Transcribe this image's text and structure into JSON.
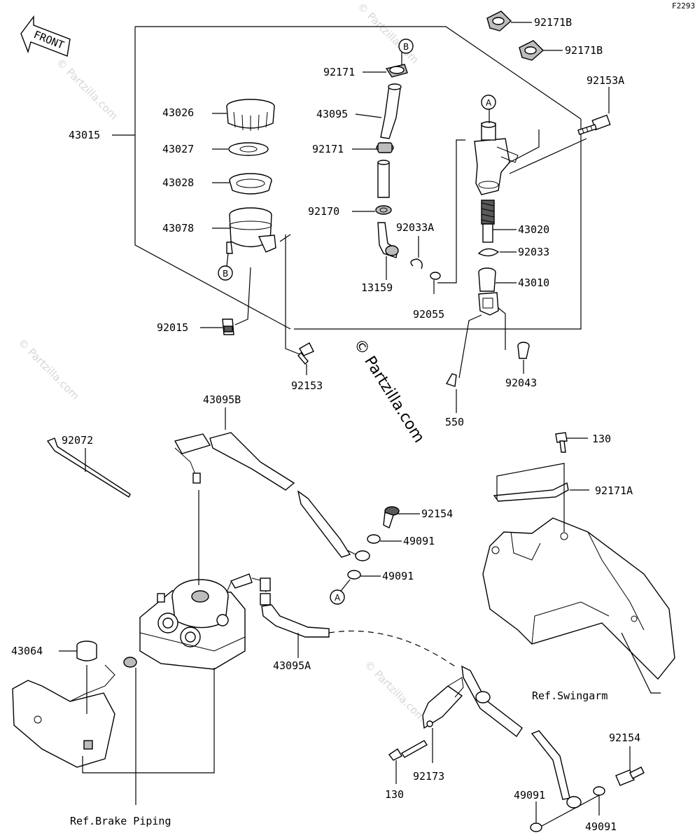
{
  "figure_code": "F2293",
  "front_label": "FRONT",
  "watermark": "© Partzilla.com",
  "callouts": {
    "p92171B_1": "92171B",
    "p92171B_2": "92171B",
    "p92153A": "92153A",
    "p92171_1": "92171",
    "p43095": "43095",
    "p92171_2": "92171",
    "p43026": "43026",
    "p43015": "43015",
    "p43027": "43027",
    "p43028": "43028",
    "p92170": "92170",
    "p43078": "43078",
    "p92033A": "92033A",
    "p43020": "43020",
    "p92033": "92033",
    "p13159": "13159",
    "p43010": "43010",
    "p92055": "92055",
    "p92015": "92015",
    "p92153": "92153",
    "p92043": "92043",
    "p43095B": "43095B",
    "p550": "550",
    "p92072": "92072",
    "p130_1": "130",
    "p92171A": "92171A",
    "p92154_1": "92154",
    "p49091_1": "49091",
    "p49091_2": "49091",
    "p43064": "43064",
    "p43095A": "43095A",
    "p92154_2": "92154",
    "p92173": "92173",
    "p130_2": "130",
    "p49091_3": "49091",
    "p49091_4": "49091"
  },
  "references": {
    "swingarm": "Ref.Swingarm",
    "brake_piping": "Ref.Brake Piping"
  },
  "circle_markers": {
    "b_top": "B",
    "b_reservoir": "B",
    "a_top": "A",
    "a_bottom": "A"
  }
}
